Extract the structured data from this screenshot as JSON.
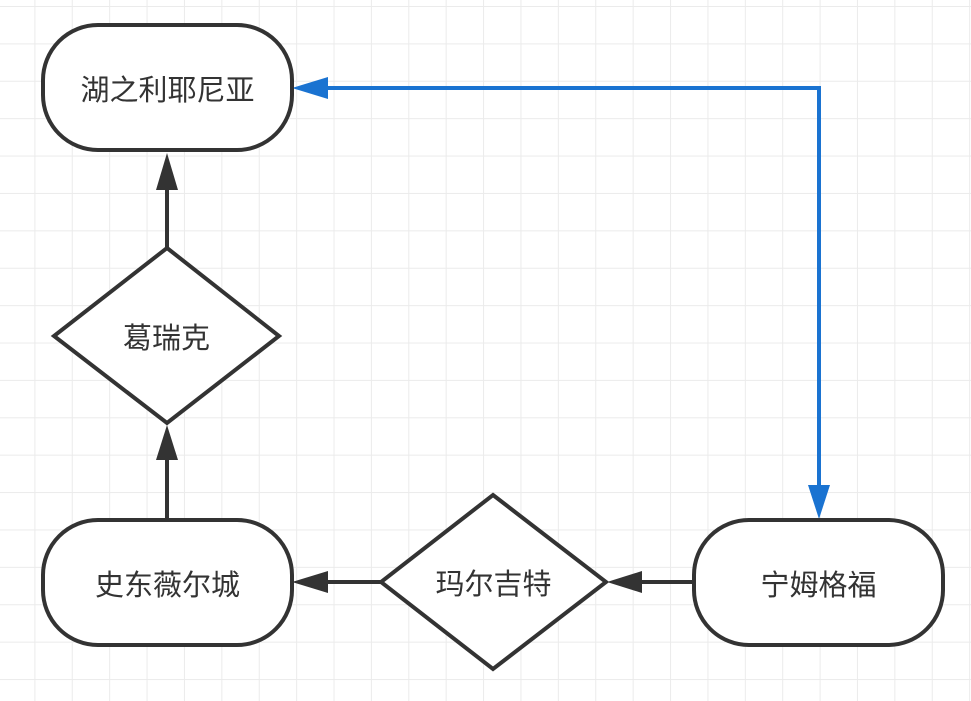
{
  "diagram": {
    "type": "flowchart",
    "colors": {
      "stroke": "#333333",
      "highlight_edge": "#1a73d1",
      "node_fill": "#ffffff",
      "grid": "#ebebeb"
    },
    "nodes": [
      {
        "id": "hu",
        "shape": "terminator",
        "label": "湖之利耶尼亚"
      },
      {
        "id": "ge",
        "shape": "decision",
        "label": "葛瑞克"
      },
      {
        "id": "shi",
        "shape": "terminator",
        "label": "史东薇尔城"
      },
      {
        "id": "ma",
        "shape": "decision",
        "label": "玛尔吉特"
      },
      {
        "id": "ning",
        "shape": "terminator",
        "label": "宁姆格福"
      }
    ],
    "edges": [
      {
        "from": "shi",
        "to": "ge",
        "color": "stroke"
      },
      {
        "from": "ge",
        "to": "hu",
        "color": "stroke"
      },
      {
        "from": "ning",
        "to": "ma",
        "color": "stroke"
      },
      {
        "from": "ma",
        "to": "shi",
        "color": "stroke"
      },
      {
        "from": "hu",
        "to": "ning",
        "color": "highlight_edge",
        "bidirectional": true
      }
    ]
  }
}
